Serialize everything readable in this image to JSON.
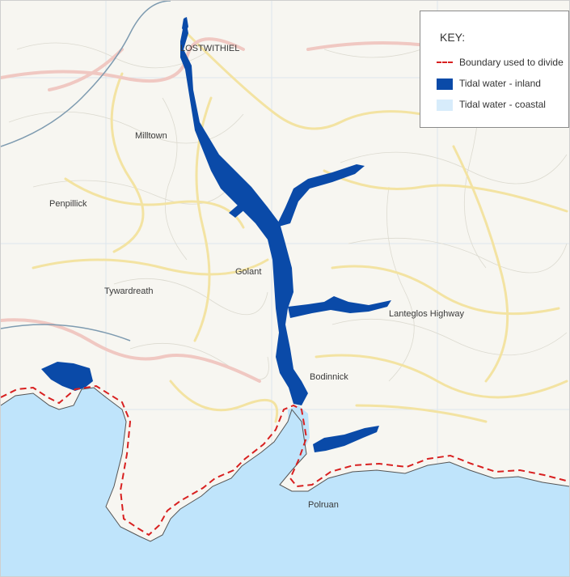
{
  "map": {
    "towns": {
      "lostwithiel": "LOSTWITHIEL",
      "tywardreath": "Tywardreath",
      "golant": "Golant",
      "bodinnick": "Bodinnick",
      "polruan": "Polruan",
      "penpillick": "Penpillick",
      "milltown": "Milltown",
      "lanteglos": "Lanteglos Highway"
    },
    "colors": {
      "land": "#f7f6f1",
      "sea": "#bfe4fb",
      "tidal_inland": "#0a4aa8",
      "boundary": "#d82020",
      "roads_major": "#f2c9c4",
      "roads_minor": "#f5e6a8"
    }
  },
  "key": {
    "title": "KEY:",
    "items": [
      {
        "label": "Boundary used to divide",
        "symbol": "red-dashed-line"
      },
      {
        "label": "Tidal water - inland",
        "symbol": "dark-blue-fill",
        "color": "#0a4aa8"
      },
      {
        "label": "Tidal water - coastal",
        "symbol": "light-blue-fill",
        "color": "#d7ecfb"
      }
    ]
  }
}
